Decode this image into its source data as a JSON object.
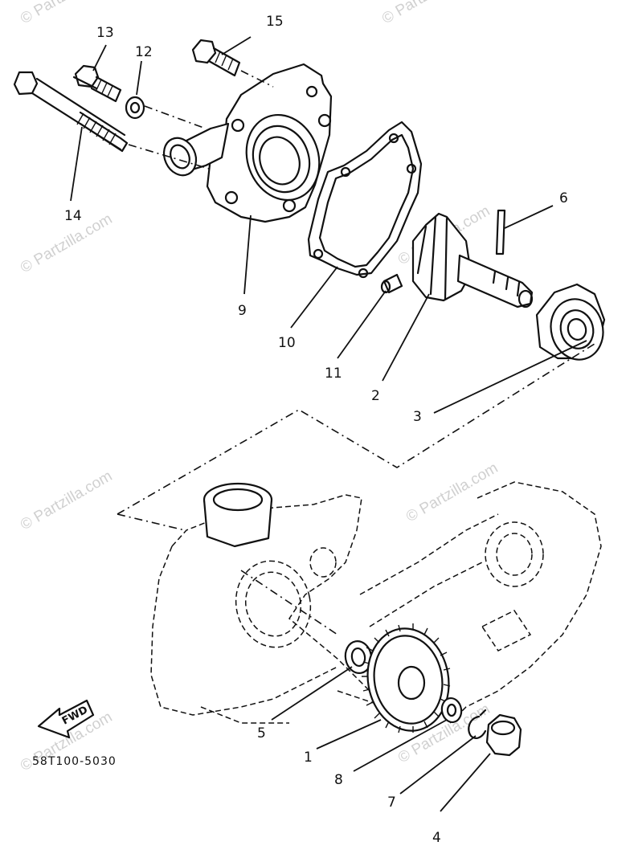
{
  "watermark": "© Partzilla.com",
  "diagram_code": "58T100-5030",
  "fwd_label": "FWD",
  "callouts": {
    "c1": "1",
    "c2": "2",
    "c3": "3",
    "c4": "4",
    "c5": "5",
    "c6": "6",
    "c7": "7",
    "c8": "8",
    "c9": "9",
    "c10": "10",
    "c11": "11",
    "c12": "12",
    "c13": "13",
    "c14": "14",
    "c15": "15"
  }
}
